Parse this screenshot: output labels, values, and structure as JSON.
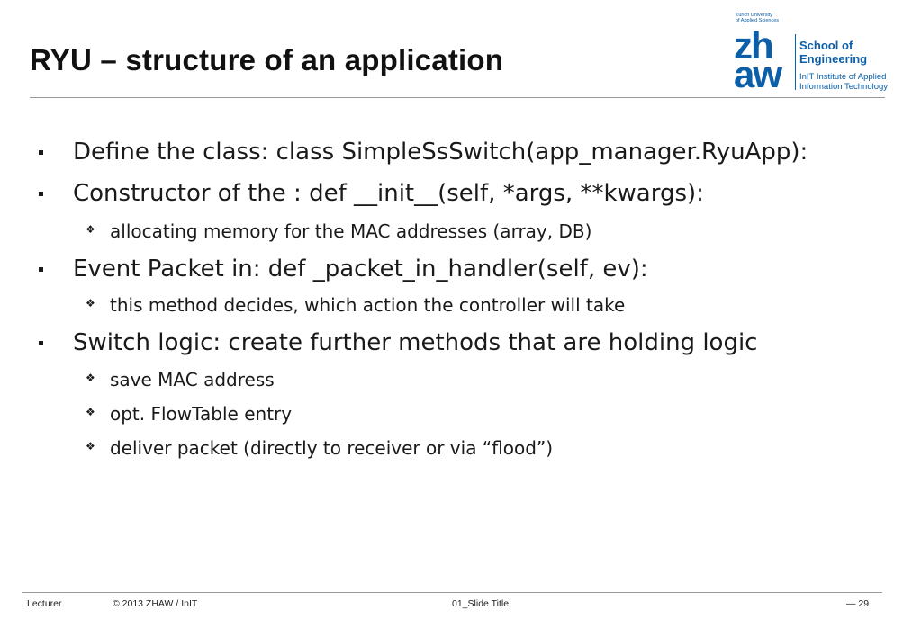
{
  "slide": {
    "title": "RYU – structure of an application"
  },
  "logo": {
    "university_line1": "Zurich University",
    "university_line2": "of Applied Sciences",
    "mark_top": "zh",
    "mark_bottom": "aw",
    "school_line1": "School of",
    "school_line2": "Engineering",
    "institute_line1": "InIT Institute of Applied",
    "institute_line2": "Information Technology",
    "color": "#0b5ea8"
  },
  "bullets": [
    {
      "text": "Define the class: class SimpleSsSwitch(app_manager.RyuApp):",
      "sub": []
    },
    {
      "text": "Constructor of the : def __init__(self, *args, **kwargs):",
      "sub": [
        "allocating memory for the MAC addresses (array, DB)"
      ]
    },
    {
      "text": "Event Packet in: def _packet_in_handler(self, ev):",
      "sub": [
        "this method decides, which action the controller will take"
      ]
    },
    {
      "text": "Switch logic: create further methods that are holding logic",
      "sub": [
        "save MAC address",
        "opt. FlowTable entry",
        "deliver packet (directly to receiver or via “flood”)"
      ]
    }
  ],
  "icons": {
    "level1_bullet": "square-bullet-icon",
    "level2_bullet": "diamond-bullet-icon",
    "level2_glyph": "❖"
  },
  "footer": {
    "presenter": "Lecturer",
    "copyright": "©  2013  ZHAW / InIT",
    "slide_title": "01_Slide Title",
    "page": "— 29"
  }
}
